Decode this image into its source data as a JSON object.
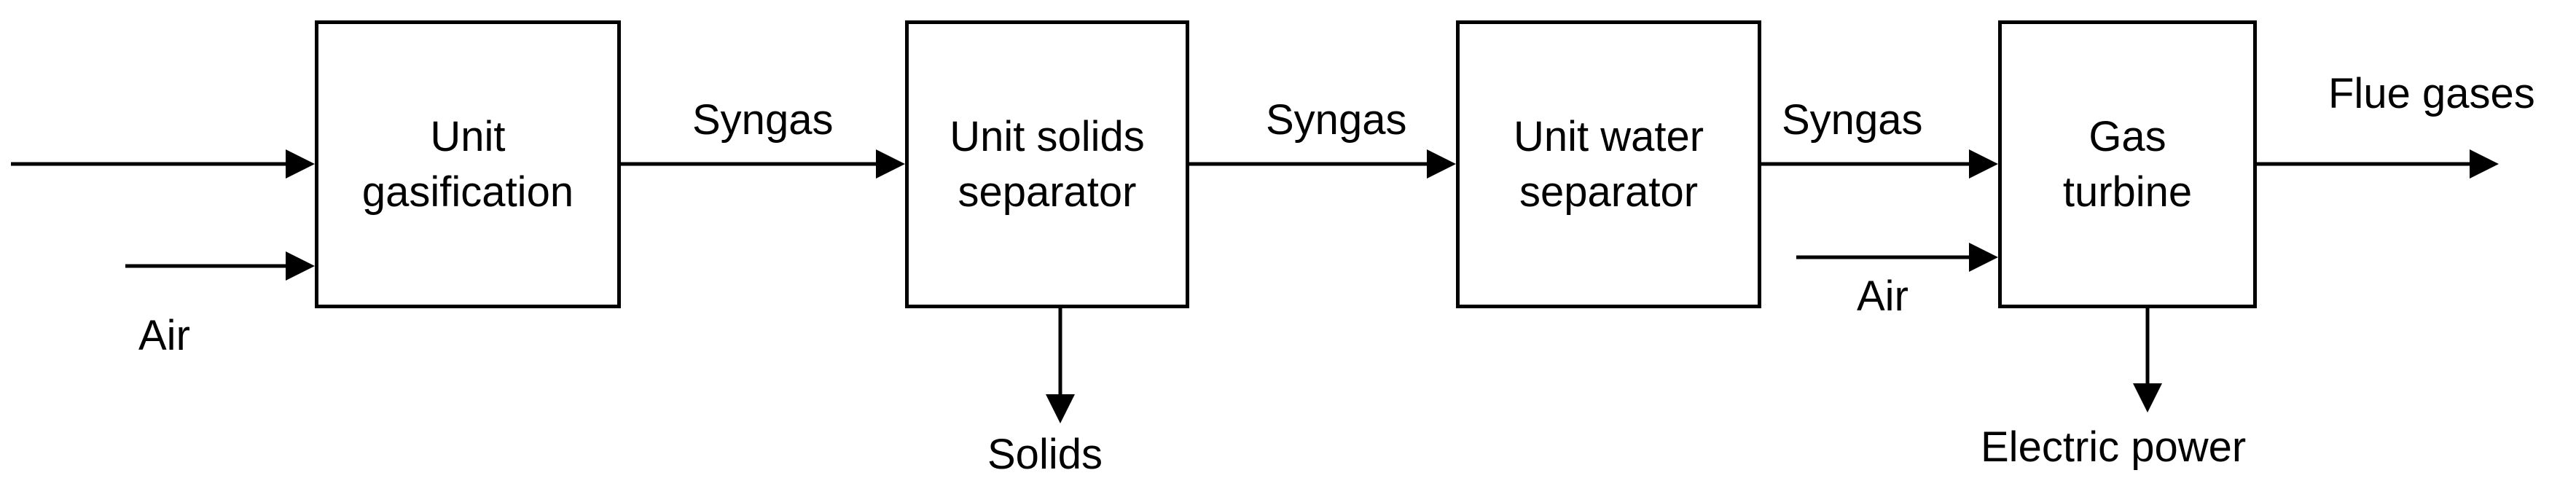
{
  "blocks": {
    "gasification": {
      "label": "Unit\ngasification"
    },
    "solids_separator": {
      "label": "Unit solids\nseparator"
    },
    "water_separator": {
      "label": "Unit water\nseparator"
    },
    "gas_turbine": {
      "label": "Gas\nturbine"
    }
  },
  "flows": {
    "air_in_1": "Air",
    "syngas_1": "Syngas",
    "solids_out": "Solids",
    "syngas_2": "Syngas",
    "syngas_3": "Syngas",
    "air_in_2": "Air",
    "electric_power": "Electric power",
    "flue_gases": "Flue gases"
  }
}
